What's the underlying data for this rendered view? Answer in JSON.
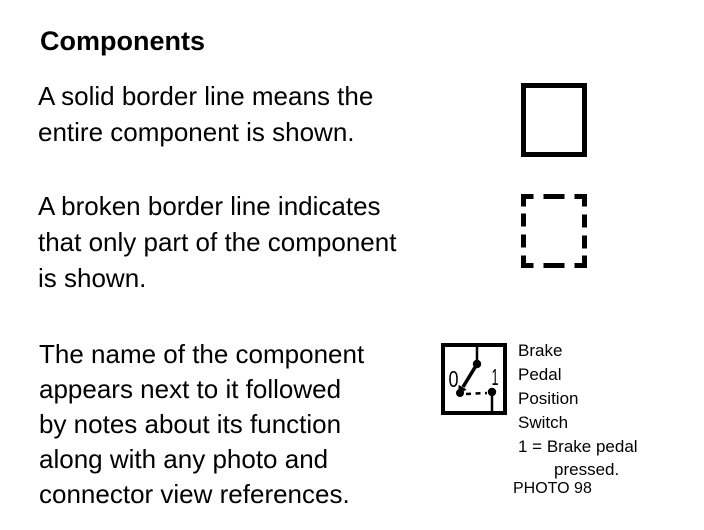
{
  "page": {
    "title": "Components",
    "background_color": "#ffffff",
    "ink_color": "#000000"
  },
  "paragraphs": {
    "solid_border": "A solid border line means the\nentire component is shown.",
    "broken_border": "A broken border line indicates\nthat only part of the component\nis shown.",
    "component_name": "The name of the component\nappears next to it followed\nby notes about its function\nalong with any photo and\nconnector view references."
  },
  "symbols": {
    "solid_box_icon": "solid-border-box",
    "dashed_box_icon": "dashed-border-box",
    "switch_icon": "brake-pedal-position-switch-symbol",
    "switch_position_labels": {
      "released": "0",
      "pressed": "1"
    }
  },
  "switch_example": {
    "name": "Brake\nPedal\nPosition\nSwitch",
    "note_line_1": "1 = Brake pedal",
    "note_line_2": "pressed.",
    "photo_reference": "PHOTO 98"
  }
}
